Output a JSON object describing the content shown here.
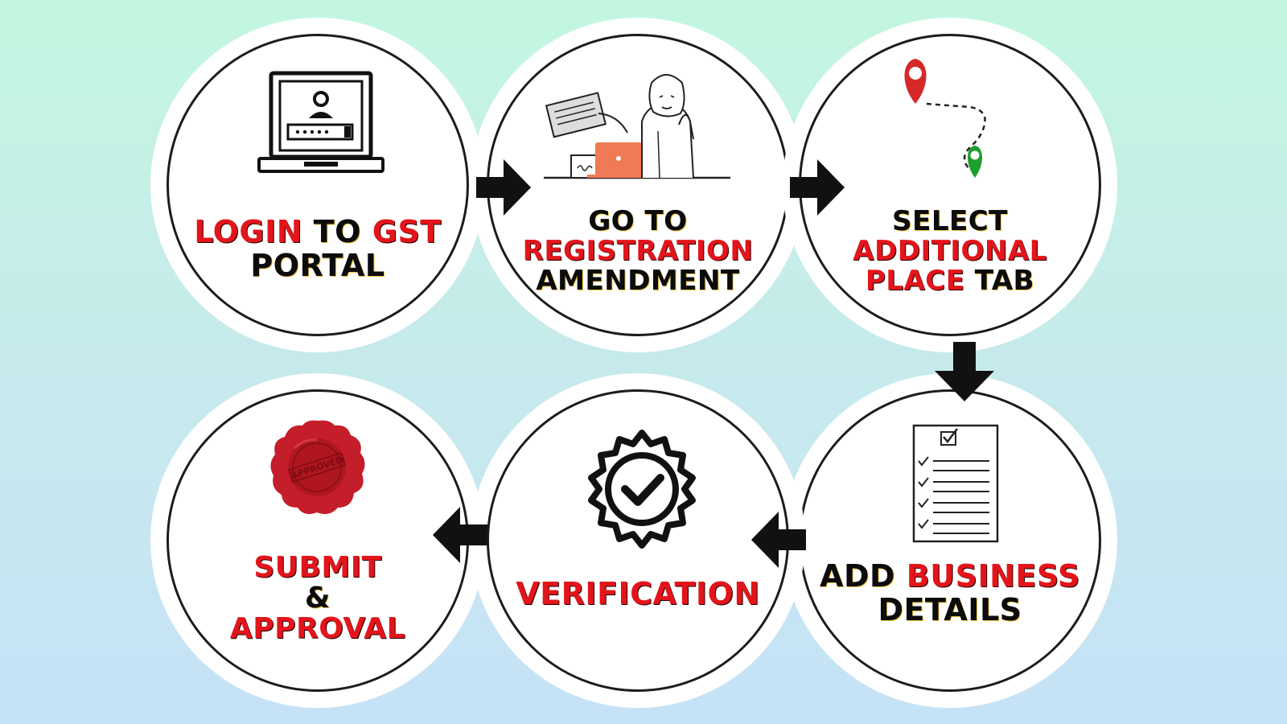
{
  "steps": [
    {
      "id": "login",
      "line1": [
        {
          "t": "LOGIN",
          "c": "red"
        },
        {
          "t": " TO ",
          "c": "black"
        },
        {
          "t": "GST",
          "c": "red"
        }
      ],
      "line2": [
        {
          "t": "PORTAL",
          "c": "black"
        }
      ]
    },
    {
      "id": "registration",
      "line1": [
        {
          "t": "GO TO",
          "c": "black"
        }
      ],
      "line2": [
        {
          "t": "REGISTRATION",
          "c": "red"
        }
      ],
      "line3": [
        {
          "t": "AMENDMENT",
          "c": "black"
        }
      ]
    },
    {
      "id": "select-place",
      "line1": [
        {
          "t": "SELECT",
          "c": "black"
        }
      ],
      "line2": [
        {
          "t": "ADDITIONAL",
          "c": "red"
        }
      ],
      "line3": [
        {
          "t": "PLACE",
          "c": "red"
        },
        {
          "t": " TAB",
          "c": "black"
        }
      ]
    },
    {
      "id": "business",
      "line1": [
        {
          "t": "ADD ",
          "c": "black"
        },
        {
          "t": "BUSINESS",
          "c": "red"
        }
      ],
      "line2": [
        {
          "t": "DETAILS",
          "c": "black"
        }
      ]
    },
    {
      "id": "verification",
      "line1": [
        {
          "t": "VERIFICATION",
          "c": "red"
        }
      ]
    },
    {
      "id": "submit",
      "line1": [
        {
          "t": "SUBMIT",
          "c": "red"
        }
      ],
      "line2": [
        {
          "t": "&",
          "c": "black"
        }
      ],
      "line3": [
        {
          "t": "APPROVAL",
          "c": "red"
        }
      ]
    }
  ],
  "stamp_text": "APPROVED",
  "icons": [
    "laptop-login-icon",
    "woman-documents-icon",
    "location-route-icon",
    "checklist-icon",
    "verified-badge-icon",
    "wax-seal-icon"
  ],
  "colors": {
    "red": "#e3151b",
    "black": "#0c0c0c",
    "outline": "#1c1c1c",
    "laptop_orange": "#f07a55",
    "pin_red": "#d62828",
    "pin_green": "#1e9e2c",
    "seal_red": "#c41e2a"
  }
}
